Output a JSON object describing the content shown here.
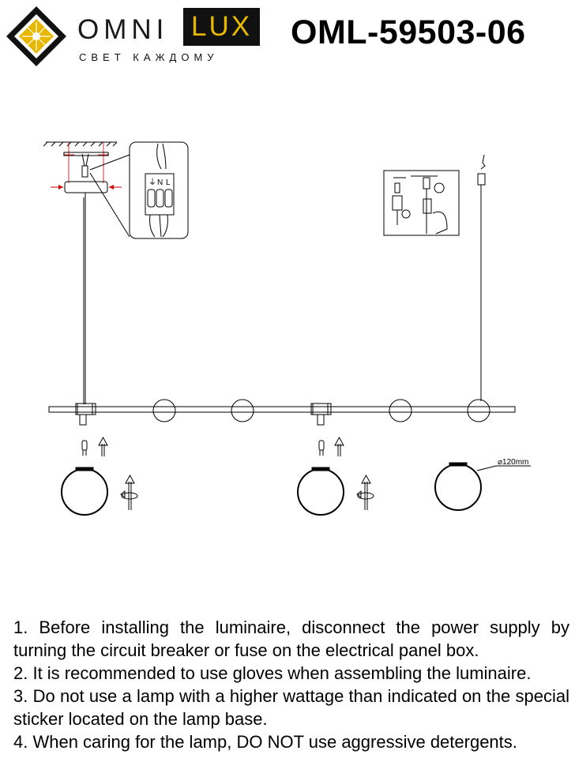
{
  "brand": {
    "name_left": "OMNI",
    "name_right": "LUX",
    "tagline": "СВЕТ КАЖДОМУ",
    "colors": {
      "gold": "#e8b800",
      "dark": "#111111"
    }
  },
  "model": "OML-59503-06",
  "diagram": {
    "dimension_label": "⌀120mm",
    "terminal_labels": [
      "L",
      "N",
      "⏚"
    ],
    "icons": [
      "ceiling-mount-icon",
      "terminal-block-icon",
      "hand-screw-icon",
      "rotate-arrow-icon",
      "up-arrow-icon",
      "bulb-icon"
    ]
  },
  "notes": [
    "1. Before installing the luminaire, disconnect the power supply by turning the circuit breaker or fuse on the electrical panel box.",
    "2. It is recommended to use gloves when assembling the luminaire.",
    "3. Do not use a lamp with a higher wattage than indicated on the special sticker located on the lamp base.",
    "4. When caring for the lamp, DO NOT use aggressive detergents."
  ]
}
